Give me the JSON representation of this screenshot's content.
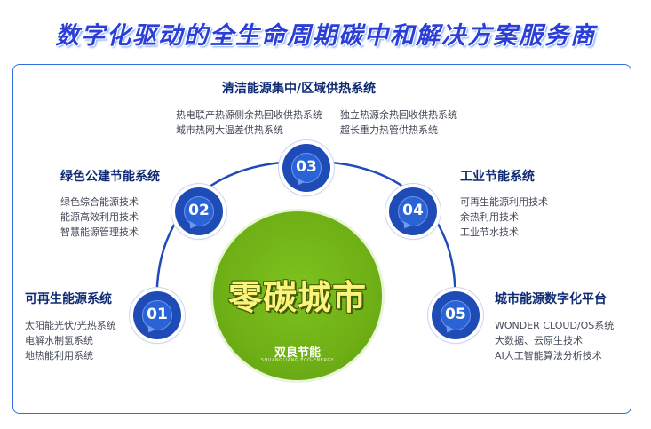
{
  "title": "数字化驱动的全生命周期碳中和解决方案服务商",
  "center": {
    "title": "零碳城市",
    "brand": "双良节能",
    "brand_en": "SHUANGLIANG ECO-ENERGY"
  },
  "nodes": [
    "01",
    "02",
    "03",
    "04",
    "05"
  ],
  "categories": [
    {
      "title": "可再生能源系统",
      "items": [
        "太阳能光伏/光热系统",
        "电解水制氢系统",
        "地热能利用系统"
      ]
    },
    {
      "title": "绿色公建节能系统",
      "items": [
        "绿色综合能源技术",
        "能源高效利用技术",
        "智慧能源管理技术"
      ]
    },
    {
      "title": "清洁能源集中/区域供热系统",
      "items": [
        "热电联产热源侧余热回收供热系统",
        "独立热源余热回收供热系统",
        "城市热网大温差供热系统",
        "超长重力热管供热系统"
      ]
    },
    {
      "title": "工业节能系统",
      "items": [
        "可再生能源利用技术",
        "余热利用技术",
        "工业节水技术"
      ]
    },
    {
      "title": "城市能源数字化平台",
      "items": [
        "WONDER CLOUD/OS系统",
        "大数据、云原生技术",
        "AI人工智能算法分析技术"
      ]
    }
  ],
  "colors": {
    "title": "#2b3fd6",
    "frame": "#2f6fe0",
    "node": "#1f4bb6",
    "center": "#6fb016",
    "center_text": "#fff27a",
    "category_title": "#0e2a73"
  }
}
